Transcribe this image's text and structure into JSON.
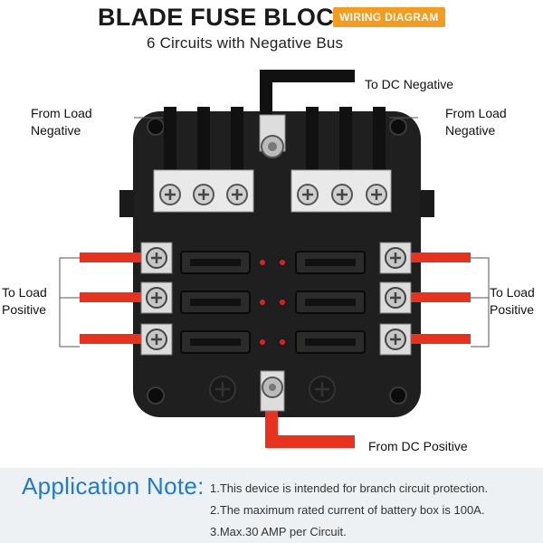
{
  "header": {
    "title": "BLADE FUSE BLOCK",
    "badge": "WIRING DIAGRAM",
    "subtitle": "6 Circuits with Negative Bus"
  },
  "labels": {
    "dc_negative": "To DC Negative",
    "load_negative_left_1": "From Load",
    "load_negative_left_2": "Negative",
    "load_negative_right_1": "From Load",
    "load_negative_right_2": "Negative",
    "load_positive_left_1": "To Load",
    "load_positive_left_2": "Positive",
    "load_positive_right_1": "To Load",
    "load_positive_right_2": "Positive",
    "dc_positive": "From DC Positive"
  },
  "note": {
    "title": "Application Note:",
    "lines": [
      "1.This device is intended for branch circuit protection.",
      "2.The maximum rated current of battery box is 100A.",
      "3.Max.30 AMP per Circuit."
    ]
  },
  "colors": {
    "badge": "#f39c1e",
    "note_title": "#1e7bd1",
    "red_wire": "#e8321e",
    "black_wire": "#111111",
    "block_body": "#1f1f1f",
    "led": "#e02020"
  }
}
